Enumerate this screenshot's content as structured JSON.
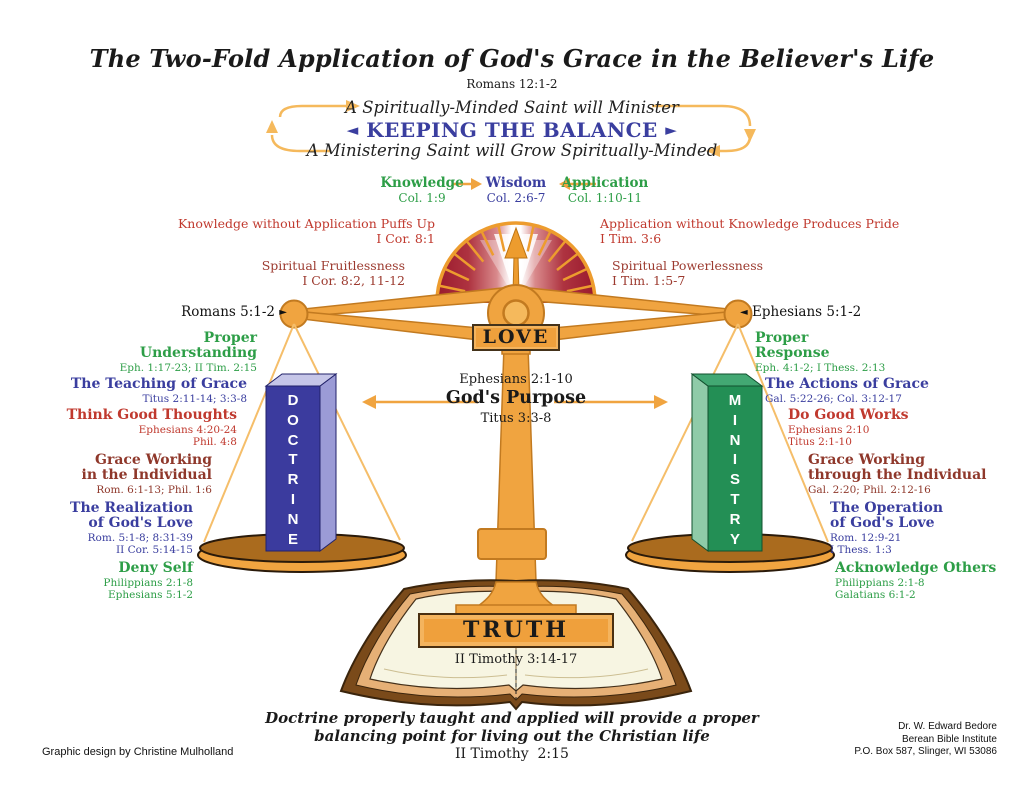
{
  "header": {
    "title": "The Two-Fold Application of God's Grace in the Believer's Life",
    "reference": "Romans 12:1-2"
  },
  "cycle": {
    "top_text": "A  Spiritually-Minded Saint will Minister",
    "center_left_arrow": "◄",
    "center_text": "KEEPING THE BALANCE",
    "center_right_arrow": "►",
    "bottom_text": "A Ministering Saint will Grow Spiritually-Minded"
  },
  "triad": {
    "knowledge": {
      "label": "Knowledge",
      "ref": "Col. 1:9"
    },
    "wisdom": {
      "label": "Wisdom",
      "ref": "Col. 2:6-7"
    },
    "application": {
      "label": "Application",
      "ref": "Col. 1:10-11"
    }
  },
  "warnings": {
    "left_top": {
      "text": "Knowledge without Application Puffs Up",
      "ref": "I Cor. 8:1"
    },
    "right_top": {
      "text": "Application without Knowledge Produces Pride",
      "ref": "I Tim. 3:6"
    },
    "left_mid": {
      "text": "Spiritual Fruitlessness",
      "ref": "I Cor. 8:2, 11-12"
    },
    "right_mid": {
      "text": "Spiritual Powerlessness",
      "ref": "I Tim. 1:5-7"
    }
  },
  "beam": {
    "left_label": "Romans 5:1-2",
    "left_marker": "►",
    "right_marker": "◄",
    "right_label": "Ephesians 5:1-2",
    "center_label": "LOVE"
  },
  "purpose": {
    "ref_top": "Ephesians 2:1-10",
    "label": "God's Purpose",
    "ref_bottom": "Titus 3:3-8"
  },
  "left_column": [
    {
      "title": "Proper\nUnderstanding",
      "refs": "Eph. 1:17-23; II Tim. 2:15",
      "color": "green"
    },
    {
      "title": "The Teaching of Grace",
      "refs": "Titus 2:11-14; 3:3-8",
      "color": "blue"
    },
    {
      "title": "Think Good Thoughts",
      "refs": "Ephesians 4:20-24\nPhil. 4:8",
      "color": "red"
    },
    {
      "title": "Grace Working\nin the Individual",
      "refs": "Rom. 6:1-13; Phil. 1:6",
      "color": "maroon"
    },
    {
      "title": "The Realization\nof God's Love",
      "refs": "Rom. 5:1-8; 8:31-39\nII Cor. 5:14-15",
      "color": "blue"
    },
    {
      "title": "Deny Self",
      "refs": "Philippians 2:1-8\nEphesians 5:1-2",
      "color": "green"
    }
  ],
  "right_column": [
    {
      "title": "Proper\nResponse",
      "refs": "Eph. 4:1-2; I Thess. 2:13",
      "color": "green"
    },
    {
      "title": "The Actions of Grace",
      "refs": "Gal. 5:22-26; Col. 3:12-17",
      "color": "blue"
    },
    {
      "title": "Do Good Works",
      "refs": "Ephesians 2:10\nTitus 2:1-10",
      "color": "red"
    },
    {
      "title": "Grace Working\nthrough the Individual",
      "refs": "Gal. 2:20; Phil. 2:12-16",
      "color": "maroon"
    },
    {
      "title": "The Operation\nof God's Love",
      "refs": "Rom. 12:9-21\nI Thess. 1:3",
      "color": "blue"
    },
    {
      "title": "Acknowledge Others",
      "refs": "Philippians 2:1-8\nGalatians 6:1-2",
      "color": "green"
    }
  ],
  "pillars": {
    "left": "DOCTRINE",
    "right": "MINISTRY"
  },
  "truth": {
    "label": "TRUTH",
    "ref": "II Timothy 3:14-17"
  },
  "footer": {
    "statement_line1": "Doctrine properly taught and applied will provide a proper",
    "statement_line2": "balancing point for living out the Christian life",
    "reference": "II Timothy  2:15",
    "credit": "Graphic design by Christine Mulholland",
    "author_line1": "Dr. W. Edward Bedore",
    "author_line2": "Berean Bible Institute",
    "author_line3": "P.O. Box 587,  Slinger, WI 53086"
  },
  "colors": {
    "gold": "#F0A440",
    "gold_light": "#F5B95C",
    "blue": "#3A3E9F",
    "green": "#2D9E47",
    "red": "#C0392E",
    "maroon": "#8F382B",
    "gauge_red": "#9A1A2D",
    "pillar_blue": "#3B3B9E",
    "pillar_green": "#238F55",
    "pan_brown": "#AA6B1E",
    "book_brown": "#7A4A1A",
    "page_cream": "#F7F5E2"
  }
}
